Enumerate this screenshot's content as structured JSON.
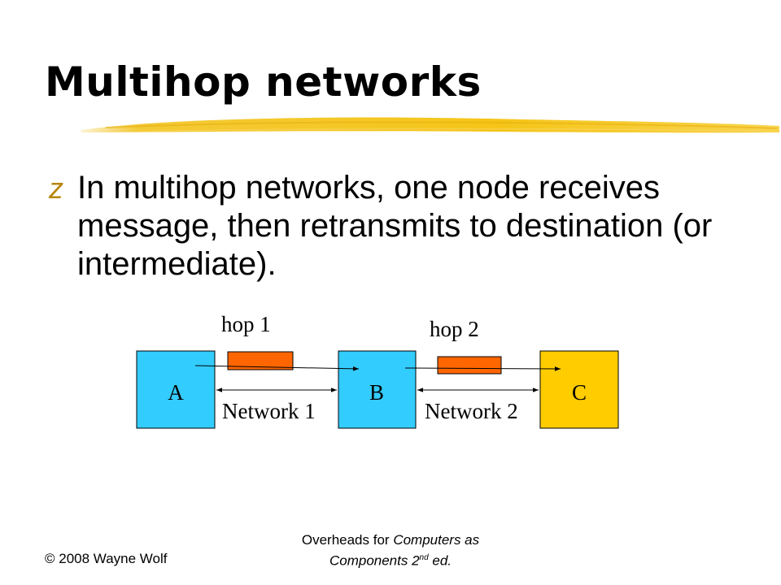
{
  "slide": {
    "title": "Multihop networks",
    "bullet_marker": "z",
    "bullet_text": "In multihop networks, one node receives message, then retransmits to destination (or intermediate)."
  },
  "diagram": {
    "nodes": [
      {
        "label": "A",
        "color": "#33ccff"
      },
      {
        "label": "B",
        "color": "#33ccff"
      },
      {
        "label": "C",
        "color": "#ffcc00"
      }
    ],
    "hops": [
      {
        "label": "hop 1"
      },
      {
        "label": "hop 2"
      }
    ],
    "networks": [
      {
        "label": "Network 1"
      },
      {
        "label": "Network 2"
      }
    ],
    "packet_color": "#ff6600",
    "accent_underline_color": "#f5c518"
  },
  "footer": {
    "copyright": "© 2008 Wayne Wolf",
    "overheads_prefix": "Overheads for ",
    "book_title_part1": "Computers as",
    "book_title_part2": "Components 2",
    "edition_sup": "nd",
    "edition_suffix": " ed."
  }
}
